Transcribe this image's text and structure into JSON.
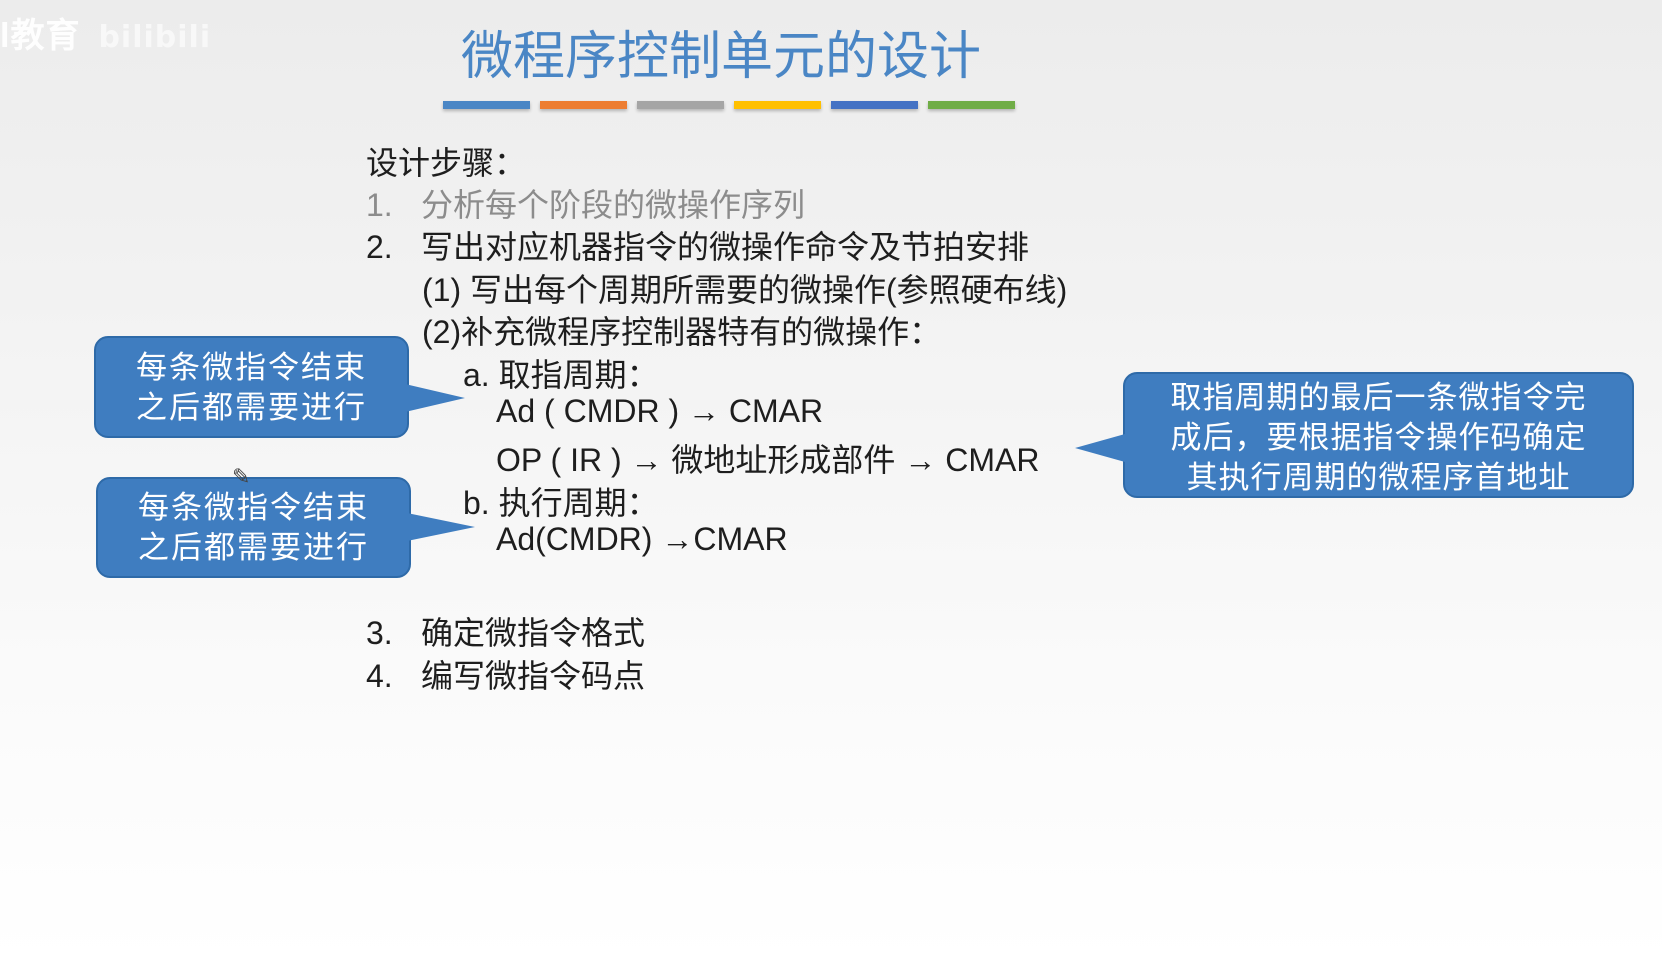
{
  "watermark": {
    "text": "l教育",
    "logo": "bilibili"
  },
  "title": "微程序控制单元的设计",
  "underline_colors": [
    "#4a86c5",
    "#ed7d31",
    "#a5a5a5",
    "#ffc000",
    "#4472c4",
    "#70ad47"
  ],
  "steps_heading": "设计步骤：",
  "step1": {
    "num": "1.",
    "text": "分析每个阶段的微操作序列"
  },
  "step2": {
    "num": "2.",
    "text": "写出对应机器指令的微操作命令及节拍安排"
  },
  "sub1": "(1) 写出每个周期所需要的微操作(参照硬布线)",
  "sub2": "(2)补充微程序控制器特有的微操作：",
  "fetch_label": "a. 取指周期：",
  "fetch_op1": "Ad ( CMDR ) → CMAR",
  "fetch_op2": "OP ( IR ) → 微地址形成部件 → CMAR",
  "exec_label": "b. 执行周期：",
  "exec_op1": "Ad(CMDR) →CMAR",
  "step3": {
    "num": "3.",
    "text": "确定微指令格式"
  },
  "step4": {
    "num": "4.",
    "text": "编写微指令码点"
  },
  "callout_top": {
    "line1": "每条微指令结束",
    "line2": "之后都需要进行"
  },
  "callout_bottom": {
    "line1": "每条微指令结束",
    "line2": "之后都需要进行"
  },
  "callout_right": {
    "line1": "取指周期的最后一条微指令完",
    "line2": "成后，要根据指令操作码确定",
    "line3": "其执行周期的微程序首地址"
  }
}
